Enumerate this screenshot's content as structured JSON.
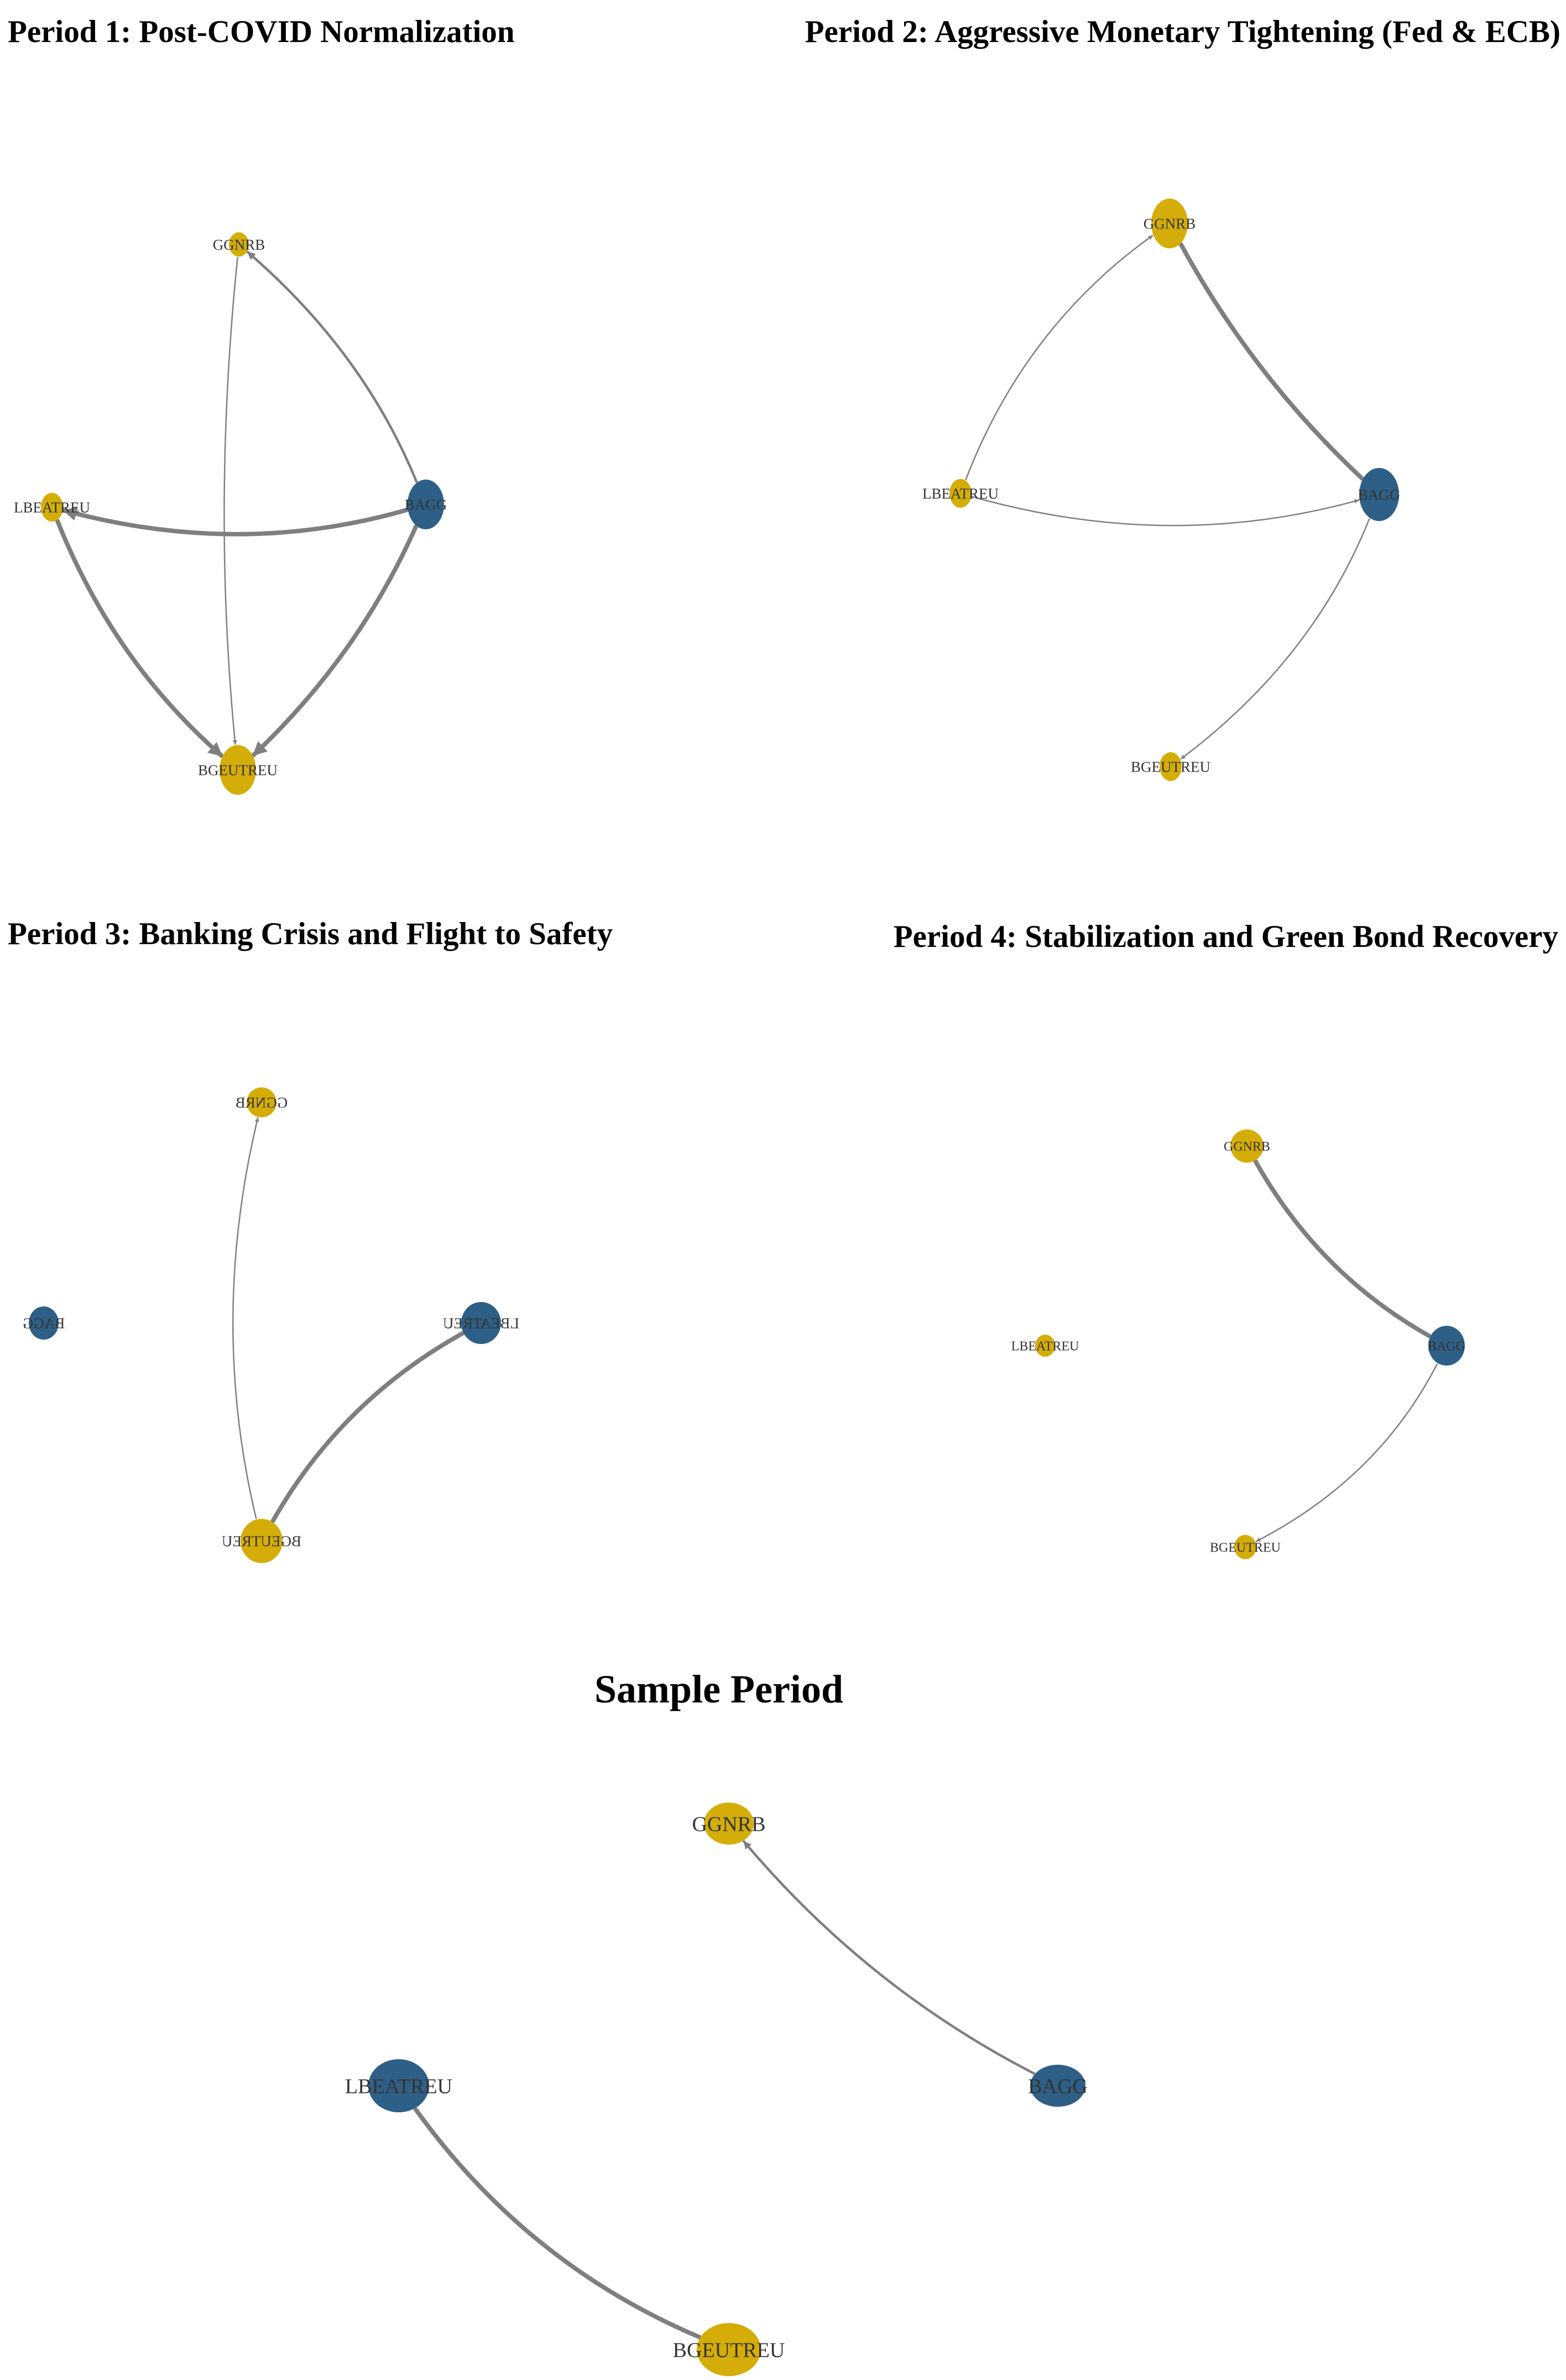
{
  "colors": {
    "yellow": "#d4ad08",
    "blue": "#2e5f87",
    "edge": "#7f7f7f",
    "label": "#333333"
  },
  "panels": [
    {
      "id": "p1",
      "title": "Period 1: Post-COVID Normalization",
      "nodes": [
        {
          "id": "GGNRB",
          "label": "GGNRB",
          "color": "yellow",
          "mirrored": false
        },
        {
          "id": "LBEATREU",
          "label": "LBEATREU",
          "color": "yellow",
          "mirrored": false
        },
        {
          "id": "BAGG",
          "label": "BAGG",
          "color": "blue",
          "mirrored": false
        },
        {
          "id": "BGEUTREU",
          "label": "BGEUTREU",
          "color": "yellow",
          "mirrored": false
        }
      ],
      "edges": [
        {
          "from": "BAGG",
          "to": "GGNRB",
          "weight": "medium",
          "arrow": true
        },
        {
          "from": "GGNRB",
          "to": "BGEUTREU",
          "weight": "thin",
          "arrow": true
        },
        {
          "from": "BAGG",
          "to": "LBEATREU",
          "weight": "thick",
          "arrow": true
        },
        {
          "from": "LBEATREU",
          "to": "BGEUTREU",
          "weight": "thick",
          "arrow": true
        },
        {
          "from": "BAGG",
          "to": "BGEUTREU",
          "weight": "thick",
          "arrow": true
        }
      ]
    },
    {
      "id": "p2",
      "title": "Period 2: Aggressive Monetary Tightening (Fed & ECB)",
      "nodes": [
        {
          "id": "GGNRB",
          "label": "GGNRB",
          "color": "yellow",
          "mirrored": false
        },
        {
          "id": "LBEATREU",
          "label": "LBEATREU",
          "color": "yellow",
          "mirrored": false
        },
        {
          "id": "BAGG",
          "label": "BAGG",
          "color": "blue",
          "mirrored": false
        },
        {
          "id": "BGEUTREU",
          "label": "BGEUTREU",
          "color": "yellow",
          "mirrored": false
        }
      ],
      "edges": [
        {
          "from": "LBEATREU",
          "to": "GGNRB",
          "weight": "thin",
          "arrow": true
        },
        {
          "from": "BAGG",
          "to": "GGNRB",
          "weight": "thick",
          "arrow": false
        },
        {
          "from": "LBEATREU",
          "to": "BAGG",
          "weight": "thin",
          "arrow": true
        },
        {
          "from": "BAGG",
          "to": "BGEUTREU",
          "weight": "thin",
          "arrow": true
        }
      ]
    },
    {
      "id": "p3",
      "title": "Period 3: Banking Crisis and Flight to Safety",
      "nodes": [
        {
          "id": "GGNRB",
          "label": "GGNRB",
          "color": "yellow",
          "mirrored": true
        },
        {
          "id": "BAGG",
          "label": "BAGG",
          "color": "blue",
          "mirrored": true
        },
        {
          "id": "LBEATREU",
          "label": "LBEATREU",
          "color": "blue",
          "mirrored": true
        },
        {
          "id": "BGEUTREU",
          "label": "BGEUTREU",
          "color": "yellow",
          "mirrored": true
        }
      ],
      "edges": [
        {
          "from": "BGEUTREU",
          "to": "GGNRB",
          "weight": "thin",
          "arrow": true
        },
        {
          "from": "LBEATREU",
          "to": "BGEUTREU",
          "weight": "thick",
          "arrow": false
        }
      ]
    },
    {
      "id": "p4",
      "title": "Period 4: Stabilization and Green Bond Recovery",
      "nodes": [
        {
          "id": "GGNRB",
          "label": "GGNRB",
          "color": "yellow",
          "mirrored": false
        },
        {
          "id": "LBEATREU",
          "label": "LBEATREU",
          "color": "yellow",
          "mirrored": false
        },
        {
          "id": "BAGG",
          "label": "BAGG",
          "color": "blue",
          "mirrored": false
        },
        {
          "id": "BGEUTREU",
          "label": "BGEUTREU",
          "color": "yellow",
          "mirrored": false
        }
      ],
      "edges": [
        {
          "from": "BAGG",
          "to": "GGNRB",
          "weight": "thick",
          "arrow": false
        },
        {
          "from": "BAGG",
          "to": "BGEUTREU",
          "weight": "thin",
          "arrow": true
        }
      ]
    },
    {
      "id": "p5",
      "title": "Sample Period",
      "nodes": [
        {
          "id": "GGNRB",
          "label": "GGNRB",
          "color": "yellow",
          "mirrored": false
        },
        {
          "id": "LBEATREU",
          "label": "LBEATREU",
          "color": "blue",
          "mirrored": false
        },
        {
          "id": "BAGG",
          "label": "BAGG",
          "color": "blue",
          "mirrored": false
        },
        {
          "id": "BGEUTREU",
          "label": "BGEUTREU",
          "color": "yellow",
          "mirrored": false
        }
      ],
      "edges": [
        {
          "from": "BAGG",
          "to": "GGNRB",
          "weight": "medium",
          "arrow": true
        },
        {
          "from": "LBEATREU",
          "to": "BGEUTREU",
          "weight": "thick",
          "arrow": false
        }
      ]
    }
  ]
}
